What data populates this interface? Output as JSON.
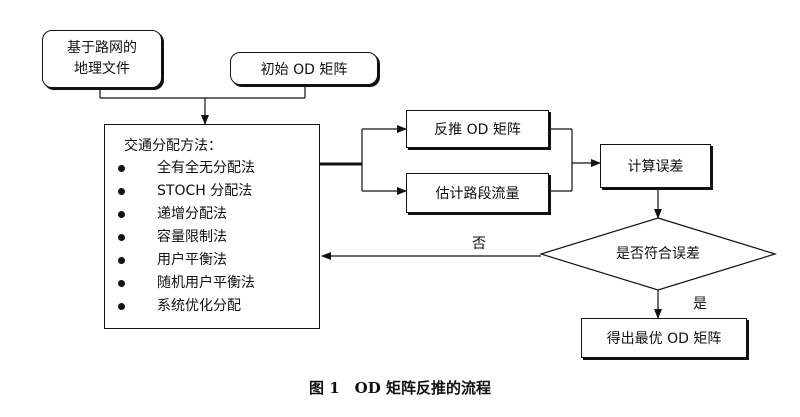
{
  "nodes": {
    "road_network": {
      "line1": "基于路网的",
      "line2": "地理文件"
    },
    "initial_od": "初始 OD 矩阵",
    "assignment": {
      "title": "交通分配方法：",
      "methods": [
        "全有全无分配法",
        "STOCH 分配法",
        "递增分配法",
        "容量限制法",
        "用户平衡法",
        "随机用户平衡法",
        "系统优化分配"
      ]
    },
    "inverse_od": "反推 OD 矩阵",
    "estimate_flow": "估计路段流量",
    "calc_error": "计算误差",
    "decision": "是否符合误差",
    "result": "得出最优 OD 矩阵"
  },
  "edge_labels": {
    "no": "否",
    "yes": "是"
  },
  "caption": "图 1　OD 矩阵反推的流程",
  "colors": {
    "line": "#111111",
    "background": "#ffffff"
  }
}
